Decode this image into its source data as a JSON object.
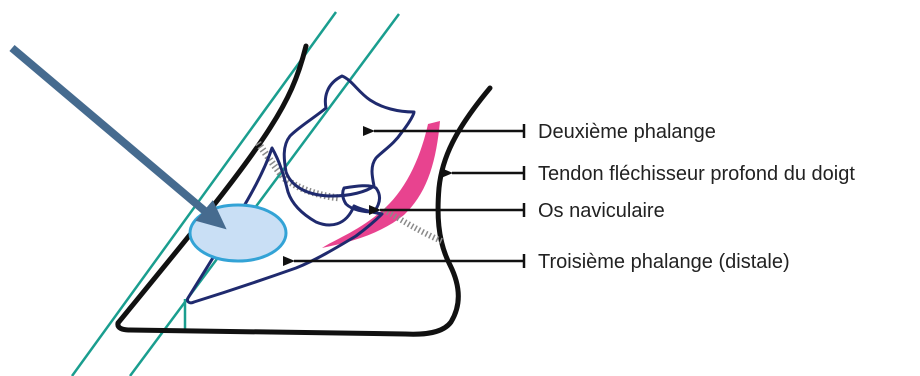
{
  "labels": {
    "second_phalanx": "Deuxième phalange",
    "deep_flexor_tendon": "Tendon fléchisseur profond du doigt",
    "navicular_bone": "Os naviculaire",
    "third_phalanx": "Troisième phalange (distale)"
  },
  "colors": {
    "hoof_outline": "#111111",
    "bone_outline": "#1f2a6e",
    "tendon": "#e8438f",
    "guide_lines": "#1a9e8f",
    "probe_arrow": "#466b8f",
    "target_fill": "#c9dff5",
    "target_stroke": "#33a3d6",
    "leader_lines": "#111111",
    "label_text": "#222222"
  }
}
